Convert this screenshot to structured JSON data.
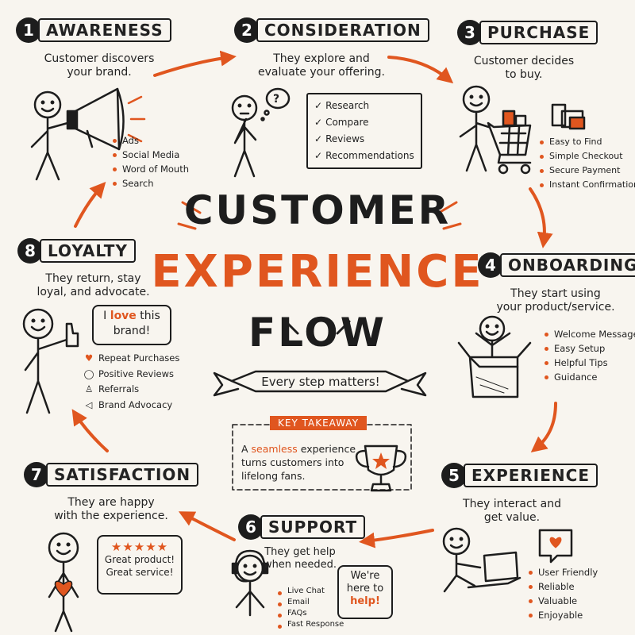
{
  "title": {
    "line1": "CUSTOMER",
    "line2": "EXPERIENCE",
    "line3": "FLOW",
    "banner": "Every step matters!"
  },
  "key_takeaway": {
    "label": "KEY TAKEAWAY",
    "text_before": "A ",
    "highlight": "seamless",
    "text_after1": " experience",
    "line2": "turns customers into",
    "line3": "lifelong fans."
  },
  "steps": [
    {
      "number": "1",
      "label": "AWARENESS",
      "desc_line1": "Customer discovers",
      "desc_line2": "your brand.",
      "items": [
        "Ads",
        "Social Media",
        "Word of Mouth",
        "Search"
      ]
    },
    {
      "number": "2",
      "label": "CONSIDERATION",
      "desc_line1": "They explore and",
      "desc_line2": "evaluate your offering.",
      "items": [
        "Research",
        "Compare",
        "Reviews",
        "Recommendations"
      ]
    },
    {
      "number": "3",
      "label": "PURCHASE",
      "desc_line1": "Customer decides",
      "desc_line2": "to buy.",
      "items": [
        "Easy to Find",
        "Simple Checkout",
        "Secure Payment",
        "Instant Confirmation"
      ]
    },
    {
      "number": "4",
      "label": "ONBOARDING",
      "desc_line1": "They start using",
      "desc_line2": "your product/service.",
      "items": [
        "Welcome Message",
        "Easy Setup",
        "Helpful Tips",
        "Guidance"
      ]
    },
    {
      "number": "5",
      "label": "EXPERIENCE",
      "desc_line1": "They interact and",
      "desc_line2": "get value.",
      "items": [
        "User Friendly",
        "Reliable",
        "Valuable",
        "Enjoyable"
      ]
    },
    {
      "number": "6",
      "label": "SUPPORT",
      "desc_line1": "They get help",
      "desc_line2": "when needed.",
      "items": [
        "Live Chat",
        "Email",
        "FAQs",
        "Fast Response"
      ],
      "bubble_line1": "We're",
      "bubble_line2": "here to",
      "bubble_line3": "help!"
    },
    {
      "number": "7",
      "label": "SATISFACTION",
      "desc_line1": "They are happy",
      "desc_line2": "with the experience.",
      "bubble_stars": "★★★★★",
      "bubble_line1": "Great product!",
      "bubble_line2": "Great service!"
    },
    {
      "number": "8",
      "label": "LOYALTY",
      "desc_line1": "They return, stay",
      "desc_line2": "loyal, and advocate.",
      "items": [
        "Repeat Purchases",
        "Positive Reviews",
        "Referrals",
        "Brand Advocacy"
      ],
      "bubble_line1_a": "I ",
      "bubble_love": "love",
      "bubble_line1_b": " this",
      "bubble_line2": "brand!"
    }
  ],
  "colors": {
    "accent": "#e0561f",
    "ink": "#1d1d1d",
    "background": "#f8f5ef"
  }
}
